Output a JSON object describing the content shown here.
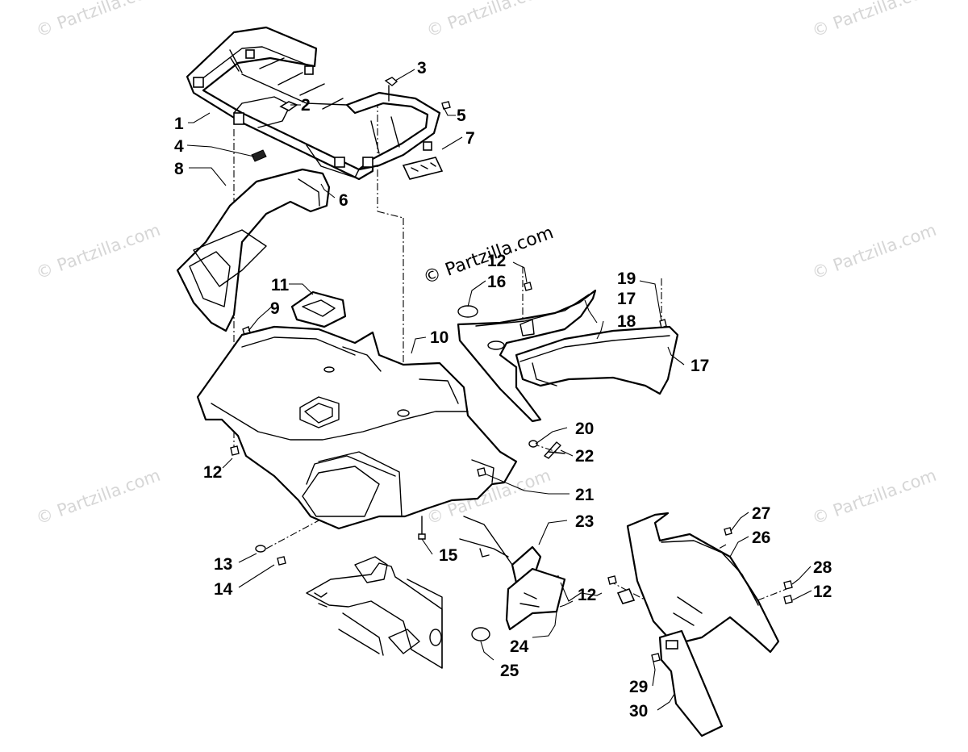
{
  "watermark": {
    "text": "© Partzilla.com",
    "main_text": "© Partzilla.com"
  },
  "callouts": [
    {
      "id": "1",
      "label": "1"
    },
    {
      "id": "2",
      "label": "2"
    },
    {
      "id": "3",
      "label": "3"
    },
    {
      "id": "4",
      "label": "4"
    },
    {
      "id": "5",
      "label": "5"
    },
    {
      "id": "6",
      "label": "6"
    },
    {
      "id": "7",
      "label": "7"
    },
    {
      "id": "8",
      "label": "8"
    },
    {
      "id": "9",
      "label": "9"
    },
    {
      "id": "10",
      "label": "10"
    },
    {
      "id": "11",
      "label": "11"
    },
    {
      "id": "12a",
      "label": "12"
    },
    {
      "id": "12b",
      "label": "12"
    },
    {
      "id": "12c",
      "label": "12"
    },
    {
      "id": "12d",
      "label": "12"
    },
    {
      "id": "13",
      "label": "13"
    },
    {
      "id": "14",
      "label": "14"
    },
    {
      "id": "15",
      "label": "15"
    },
    {
      "id": "16",
      "label": "16"
    },
    {
      "id": "17a",
      "label": "17"
    },
    {
      "id": "17b",
      "label": "17"
    },
    {
      "id": "18",
      "label": "18"
    },
    {
      "id": "19",
      "label": "19"
    },
    {
      "id": "20",
      "label": "20"
    },
    {
      "id": "21",
      "label": "21"
    },
    {
      "id": "22",
      "label": "22"
    },
    {
      "id": "23",
      "label": "23"
    },
    {
      "id": "24",
      "label": "24"
    },
    {
      "id": "25",
      "label": "25"
    },
    {
      "id": "26",
      "label": "26"
    },
    {
      "id": "27",
      "label": "27"
    },
    {
      "id": "28",
      "label": "28"
    },
    {
      "id": "29",
      "label": "29"
    },
    {
      "id": "30",
      "label": "30"
    }
  ]
}
